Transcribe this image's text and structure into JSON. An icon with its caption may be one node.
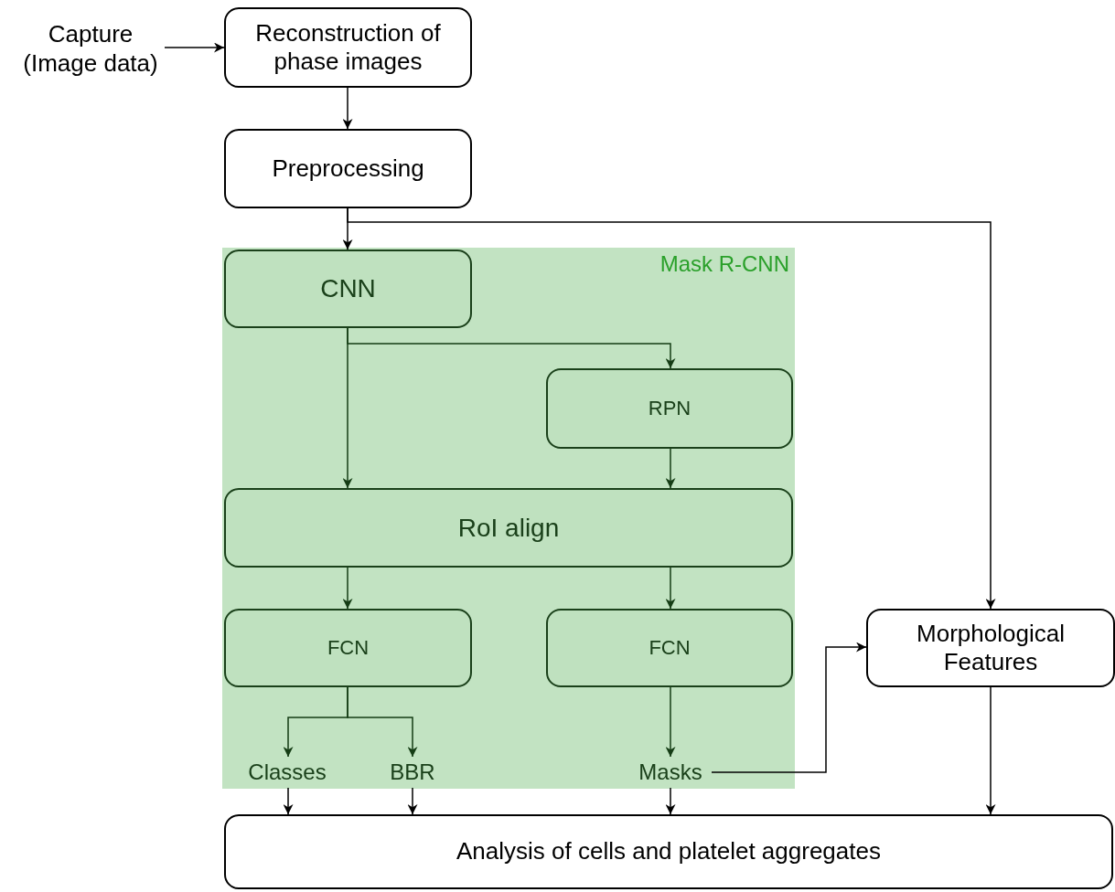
{
  "diagram": {
    "nodes": [
      {
        "text": [
          "Capture (Image data)"
        ]
      },
      {
        "text": [
          "Reconstruction of phase images"
        ]
      },
      {
        "text": [
          "Preprocessing"
        ]
      },
      {
        "text": [
          "Mask R-CNN"
        ]
      },
      {
        "text": [
          "CNN"
        ],
        "in": 3
      },
      {
        "text": [
          "RPN"
        ],
        "in": 3
      },
      {
        "text": [
          "RoI align"
        ],
        "in": 3
      },
      {
        "text": [
          "FCN"
        ],
        "in": 3
      },
      {
        "text": [
          "FCN"
        ],
        "in": 3
      },
      {
        "text": [
          "Classes"
        ],
        "in": 3
      },
      {
        "text": [
          "BBR"
        ],
        "in": 3
      },
      {
        "text": [
          "Masks"
        ],
        "in": 3
      },
      {
        "text": [
          "Morphological Features"
        ]
      },
      {
        "text": [
          "Analysis of cells and platelet aggregates"
        ]
      }
    ],
    "edges": [
      {
        "from": 0,
        "to": 1,
        "arrow": "to"
      },
      {
        "from": 1,
        "to": 2,
        "arrow": "to"
      },
      {
        "from": 2,
        "to": 4,
        "arrow": "to"
      },
      {
        "from": 2,
        "to": 12,
        "arrow": "to"
      },
      {
        "from": 4,
        "to": 5,
        "arrow": "to",
        "color": "#153d15"
      },
      {
        "from": 4,
        "to": 6,
        "arrow": "to",
        "color": "#153d15"
      },
      {
        "from": 5,
        "to": 6,
        "arrow": "to",
        "color": "#153d15"
      },
      {
        "from": 6,
        "to": 7,
        "arrow": "to",
        "color": "#153d15"
      },
      {
        "from": 6,
        "to": 8,
        "arrow": "to",
        "color": "#153d15"
      },
      {
        "from": 7,
        "to": 9,
        "arrow": "to",
        "color": "#153d15"
      },
      {
        "from": 7,
        "to": 10,
        "arrow": "to",
        "color": "#153d15"
      },
      {
        "from": 8,
        "to": 11,
        "arrow": "to",
        "color": "#153d15"
      },
      {
        "from": 11,
        "to": 12,
        "arrow": "to"
      },
      {
        "from": 9,
        "to": 13,
        "arrow": "to"
      },
      {
        "from": 10,
        "to": 13,
        "arrow": "to"
      },
      {
        "from": 11,
        "to": 13,
        "arrow": "to"
      },
      {
        "from": 12,
        "to": 13,
        "arrow": "to"
      }
    ]
  }
}
